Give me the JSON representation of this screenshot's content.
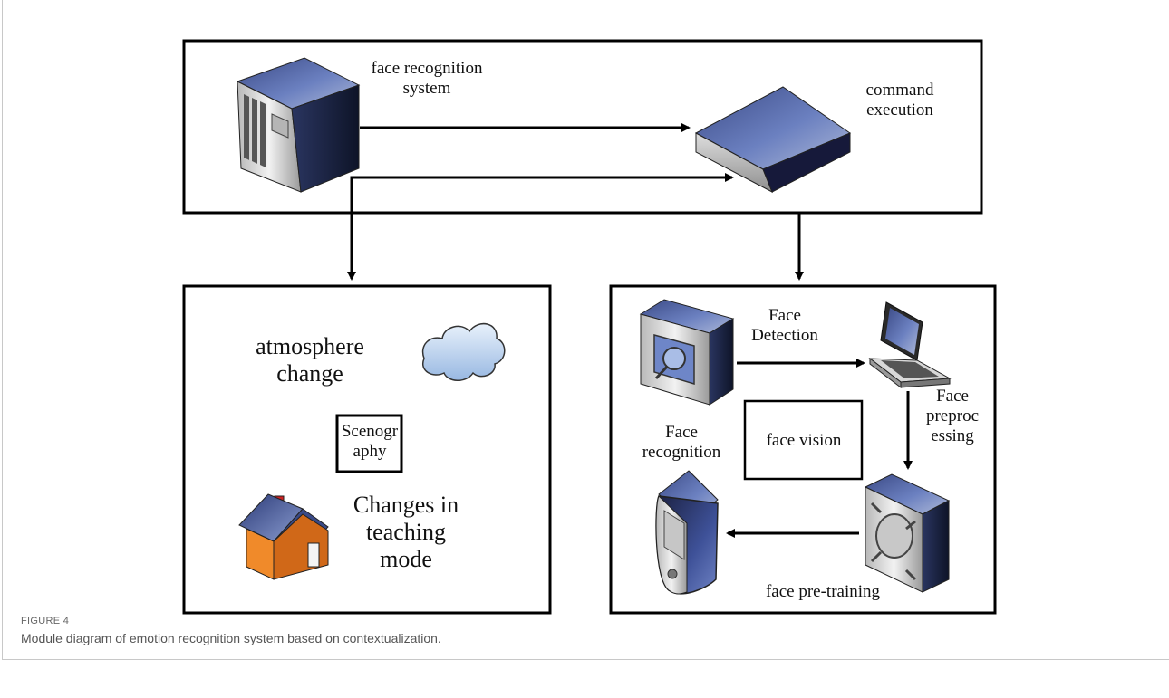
{
  "labels": {
    "face_recognition_system": "face recognition system",
    "command_execution": "command execution",
    "atmosphere_change": "atmosphere change",
    "scenography": "Scenogr aphy",
    "changes_teaching_mode": "Changes in teaching mode",
    "face_detection": "Face Detection",
    "face_preprocessing": "Face preproc essing",
    "face_vision": "face vision",
    "face_recognition": "Face recognition",
    "face_pre_training": "face pre-training"
  },
  "figure": {
    "label": "FIGURE 4",
    "caption": "Module diagram of emotion recognition system based on contextualization."
  },
  "colors": {
    "device_blue": "#4a5c9c",
    "house_orange": "#e07020",
    "cloud_blue": "#b8d0ee"
  },
  "icons": [
    "server-tower-icon",
    "network-device-icon",
    "cloud-icon",
    "house-icon",
    "scanner-icon",
    "laptop-icon",
    "processor-box-icon",
    "pda-icon"
  ]
}
